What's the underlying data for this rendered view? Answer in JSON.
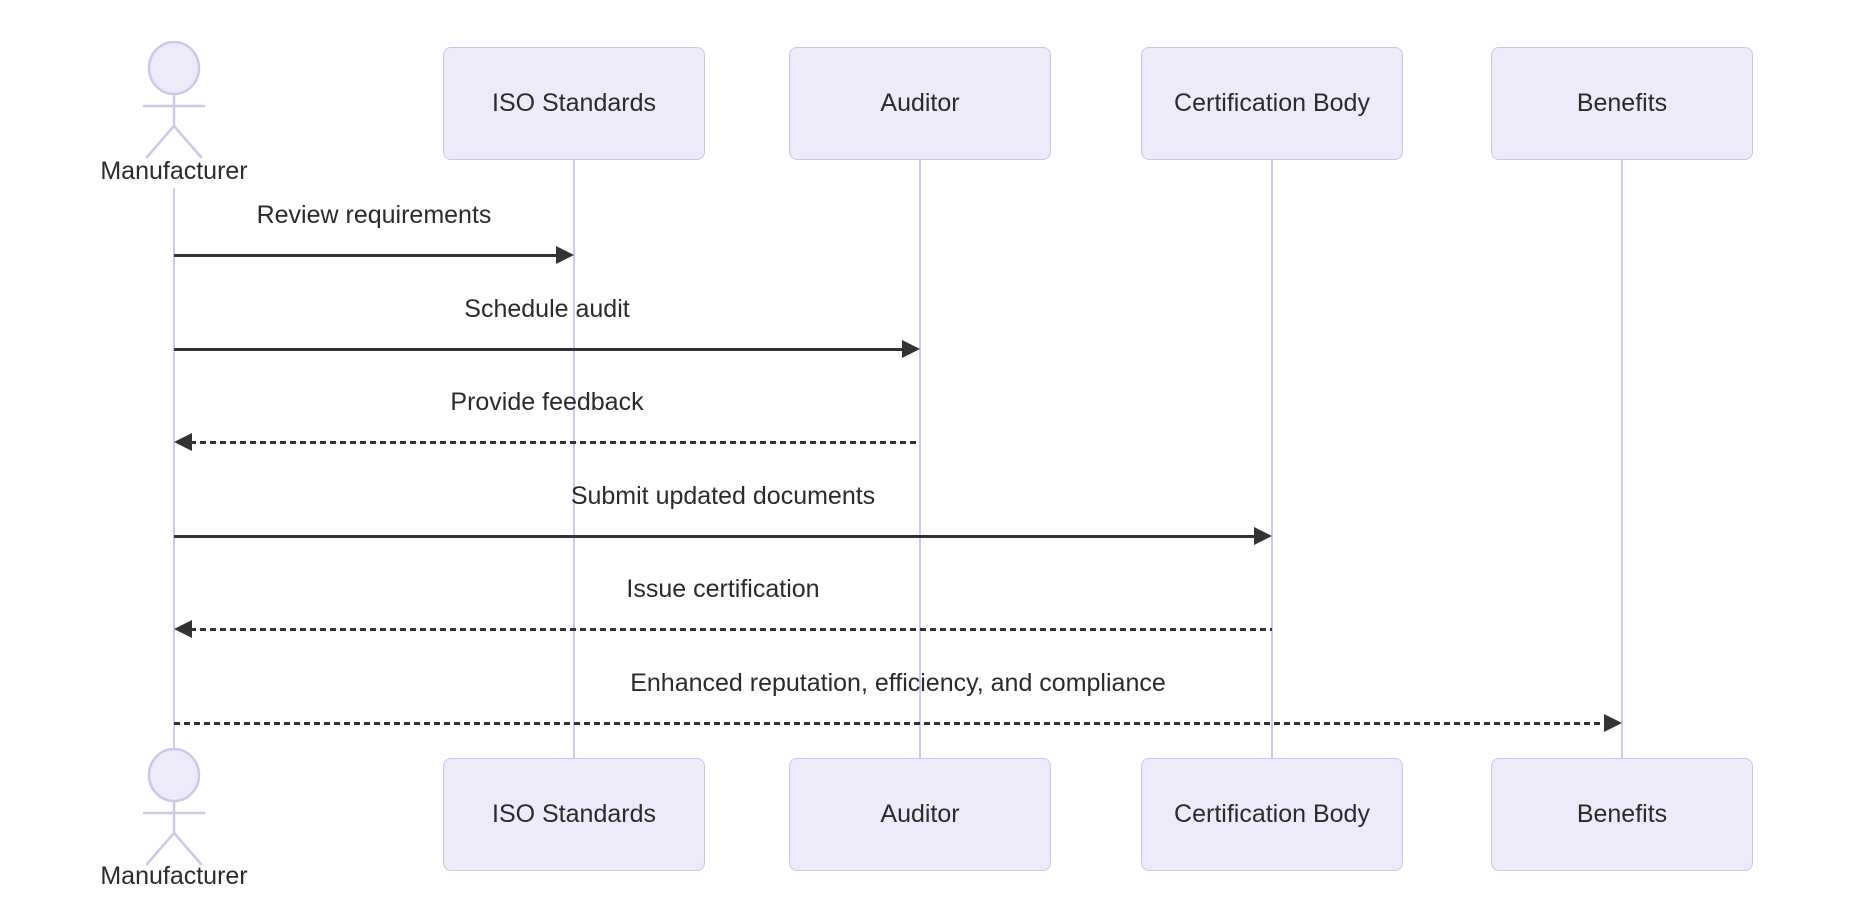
{
  "diagram": {
    "type": "sequence",
    "participants": [
      {
        "id": "manufacturer",
        "label": "Manufacturer",
        "kind": "actor"
      },
      {
        "id": "iso",
        "label": "ISO Standards",
        "kind": "participant"
      },
      {
        "id": "auditor",
        "label": "Auditor",
        "kind": "participant"
      },
      {
        "id": "certbody",
        "label": "Certification Body",
        "kind": "participant"
      },
      {
        "id": "benefits",
        "label": "Benefits",
        "kind": "participant"
      }
    ],
    "messages": [
      {
        "from": "manufacturer",
        "to": "iso",
        "label": "Review requirements",
        "line": "solid",
        "arrowhead": "filled"
      },
      {
        "from": "manufacturer",
        "to": "auditor",
        "label": "Schedule audit",
        "line": "solid",
        "arrowhead": "filled"
      },
      {
        "from": "auditor",
        "to": "manufacturer",
        "label": "Provide feedback",
        "line": "dashed",
        "arrowhead": "filled"
      },
      {
        "from": "manufacturer",
        "to": "certbody",
        "label": "Submit updated documents",
        "line": "solid",
        "arrowhead": "filled"
      },
      {
        "from": "certbody",
        "to": "manufacturer",
        "label": "Issue certification",
        "line": "dashed",
        "arrowhead": "filled"
      },
      {
        "from": "manufacturer",
        "to": "benefits",
        "label": "Enhanced reputation, efficiency, and compliance",
        "line": "dashed",
        "arrowhead": "filled"
      }
    ],
    "colors": {
      "background": "#ffffff",
      "participant_fill": "#ECEBF9",
      "participant_border": "#CCC5E9",
      "lifeline": "#D0C9EA",
      "actor_stroke": "#CFC7E8",
      "message_line": "#333333",
      "text": "#2b2b2b"
    }
  }
}
